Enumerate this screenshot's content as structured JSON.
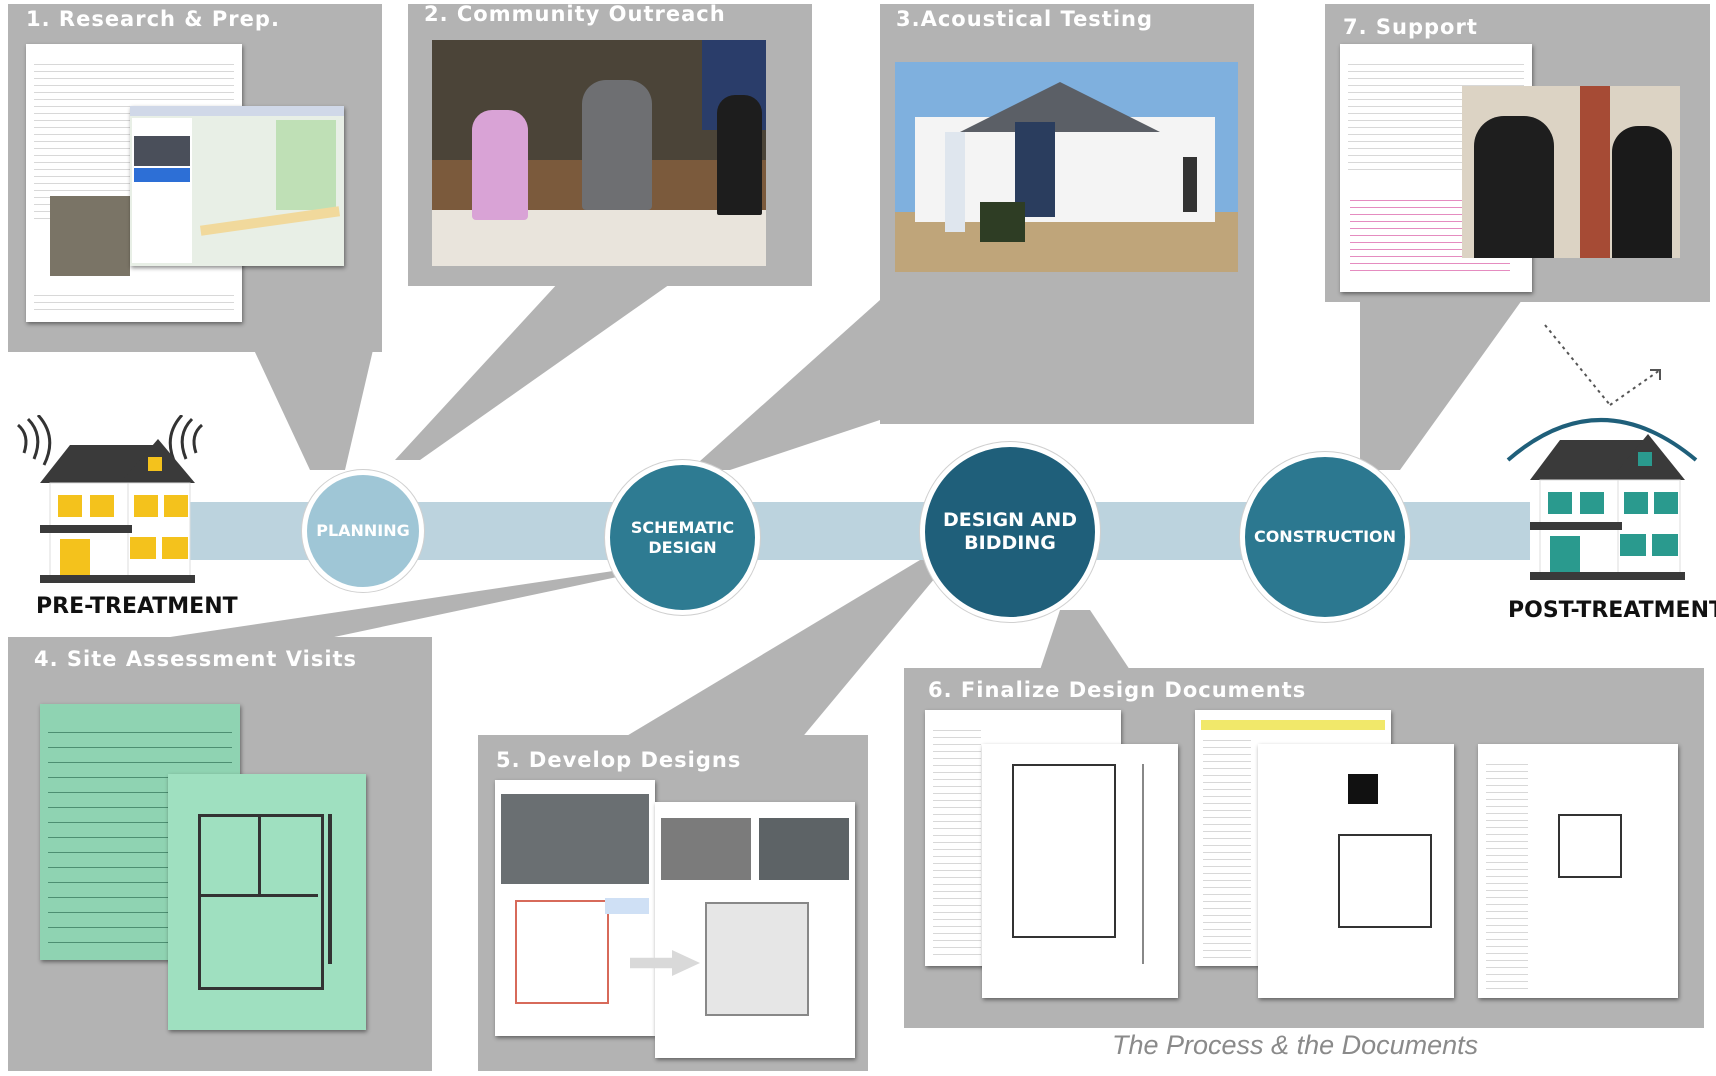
{
  "steps": {
    "s1": "1. Research & Prep.",
    "s2": "2. Community  Outreach",
    "s3": "3.Acoustical  Testing",
    "s4": "4. Site Assessment  Visits",
    "s5": "5. Develop Designs",
    "s6": "6. Finalize Design Documents",
    "s7": "7. Support"
  },
  "stages": {
    "planning": "PLANNING",
    "schematic": "SCHEMATIC DESIGN",
    "design_bidding": "DESIGN AND BIDDING",
    "construction": "CONSTRUCTION"
  },
  "labels": {
    "pre": "PRE-TREATMENT",
    "post": "POST-TREATMENT"
  },
  "caption": "The Process & the Documents",
  "colors": {
    "panel": "#b3b3b3",
    "timeline": "#bcd3de",
    "planning": "#9fc6d6",
    "schematic": "#2e7b92",
    "design_bidding": "#1f5f7a",
    "construction": "#2c7890"
  }
}
